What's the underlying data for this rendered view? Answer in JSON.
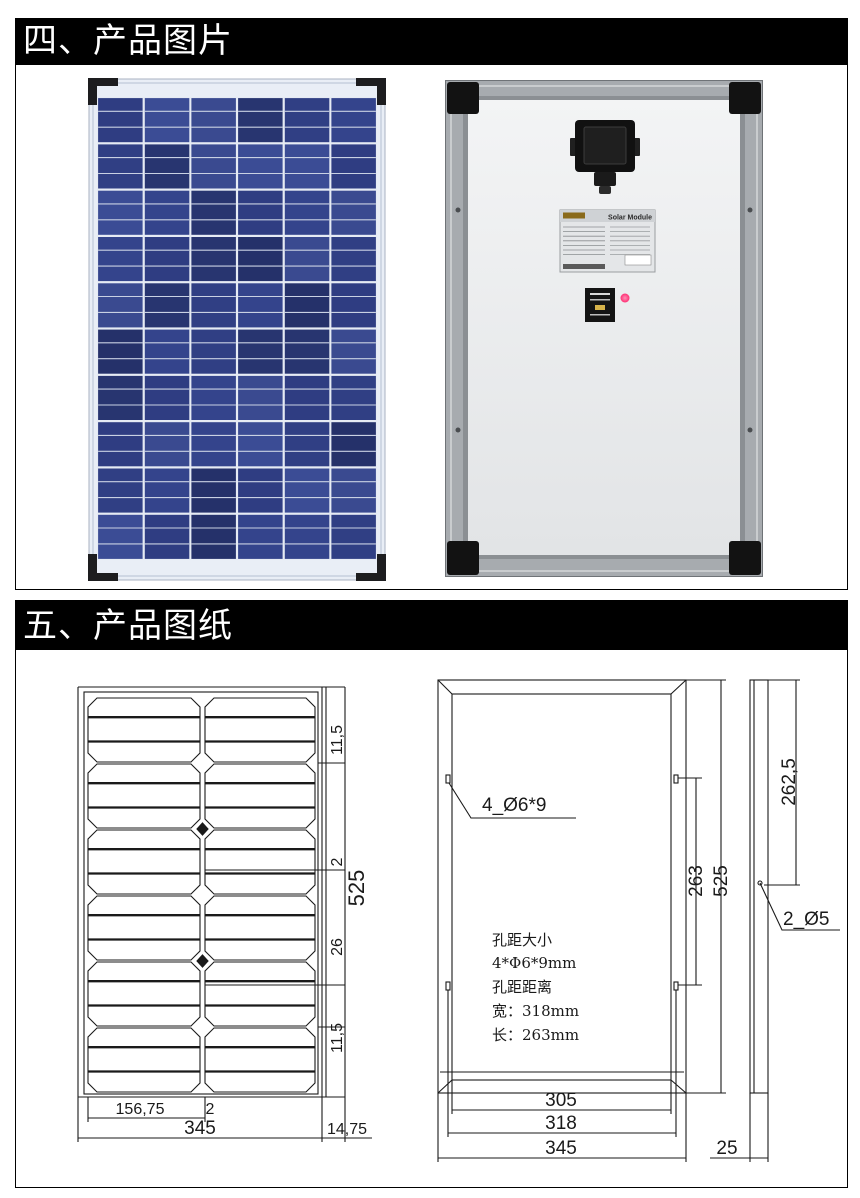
{
  "sections": {
    "photos_title": "四、产品图片",
    "drawings_title": "五、产品图纸"
  },
  "photos": {
    "back_label_title": "Solar Module"
  },
  "drawings": {
    "front_view": {
      "dim_top": "11,5",
      "dim_gap": "2",
      "dim_length": "525",
      "dim_middle": "26",
      "dim_bottom": "11,5",
      "dim_cell_width": "156,75",
      "dim_column_gap": "2",
      "dim_width": "345",
      "dim_edge": "14,75"
    },
    "back_view": {
      "hole_callout": "4_Ø6*9",
      "dim_hole_vertical": "263",
      "dim_length": "525",
      "dim_inner_width": "305",
      "dim_hole_horizontal": "318",
      "dim_width": "345",
      "notes": [
        "孔距大小",
        "4*Φ6*9mm",
        "孔距距离",
        "宽：318mm",
        "长：263mm"
      ]
    },
    "side_view": {
      "dim_half_length": "262,5",
      "hole_callout": "2_Ø5",
      "dim_thickness": "25"
    }
  },
  "colors": {
    "header_bg": "#000000",
    "header_text": "#ffffff",
    "cell_blue": "#2f3d82",
    "frame_aluminum": "#a7abaf",
    "drawing_ink": "#1a1a1a"
  }
}
